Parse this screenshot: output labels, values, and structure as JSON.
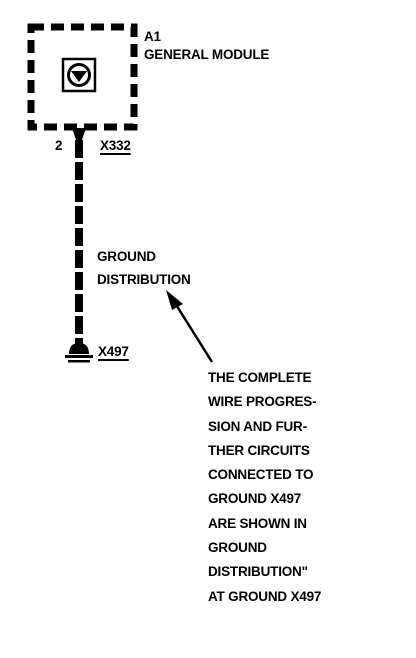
{
  "component": {
    "ref": "A1",
    "name": "GENERAL MODULE",
    "icon": "ground-symbol-icon"
  },
  "pin": {
    "number": "2",
    "connector": "X332"
  },
  "wire": {
    "label_line1": "GROUND",
    "label_line2": "DISTRIBUTION"
  },
  "ground": {
    "ref": "X497",
    "icon": "ground-terminal-icon"
  },
  "note": {
    "lines": [
      "THE COMPLETE",
      "WIRE PROGRES-",
      "SION AND FUR-",
      "THER CIRCUITS",
      "CONNECTED TO",
      "GROUND X497",
      "ARE SHOWN IN",
      "GROUND",
      "DISTRIBUTION\"",
      "AT GROUND X497"
    ]
  },
  "colors": {
    "ink": "#000000",
    "background": "#ffffff"
  }
}
